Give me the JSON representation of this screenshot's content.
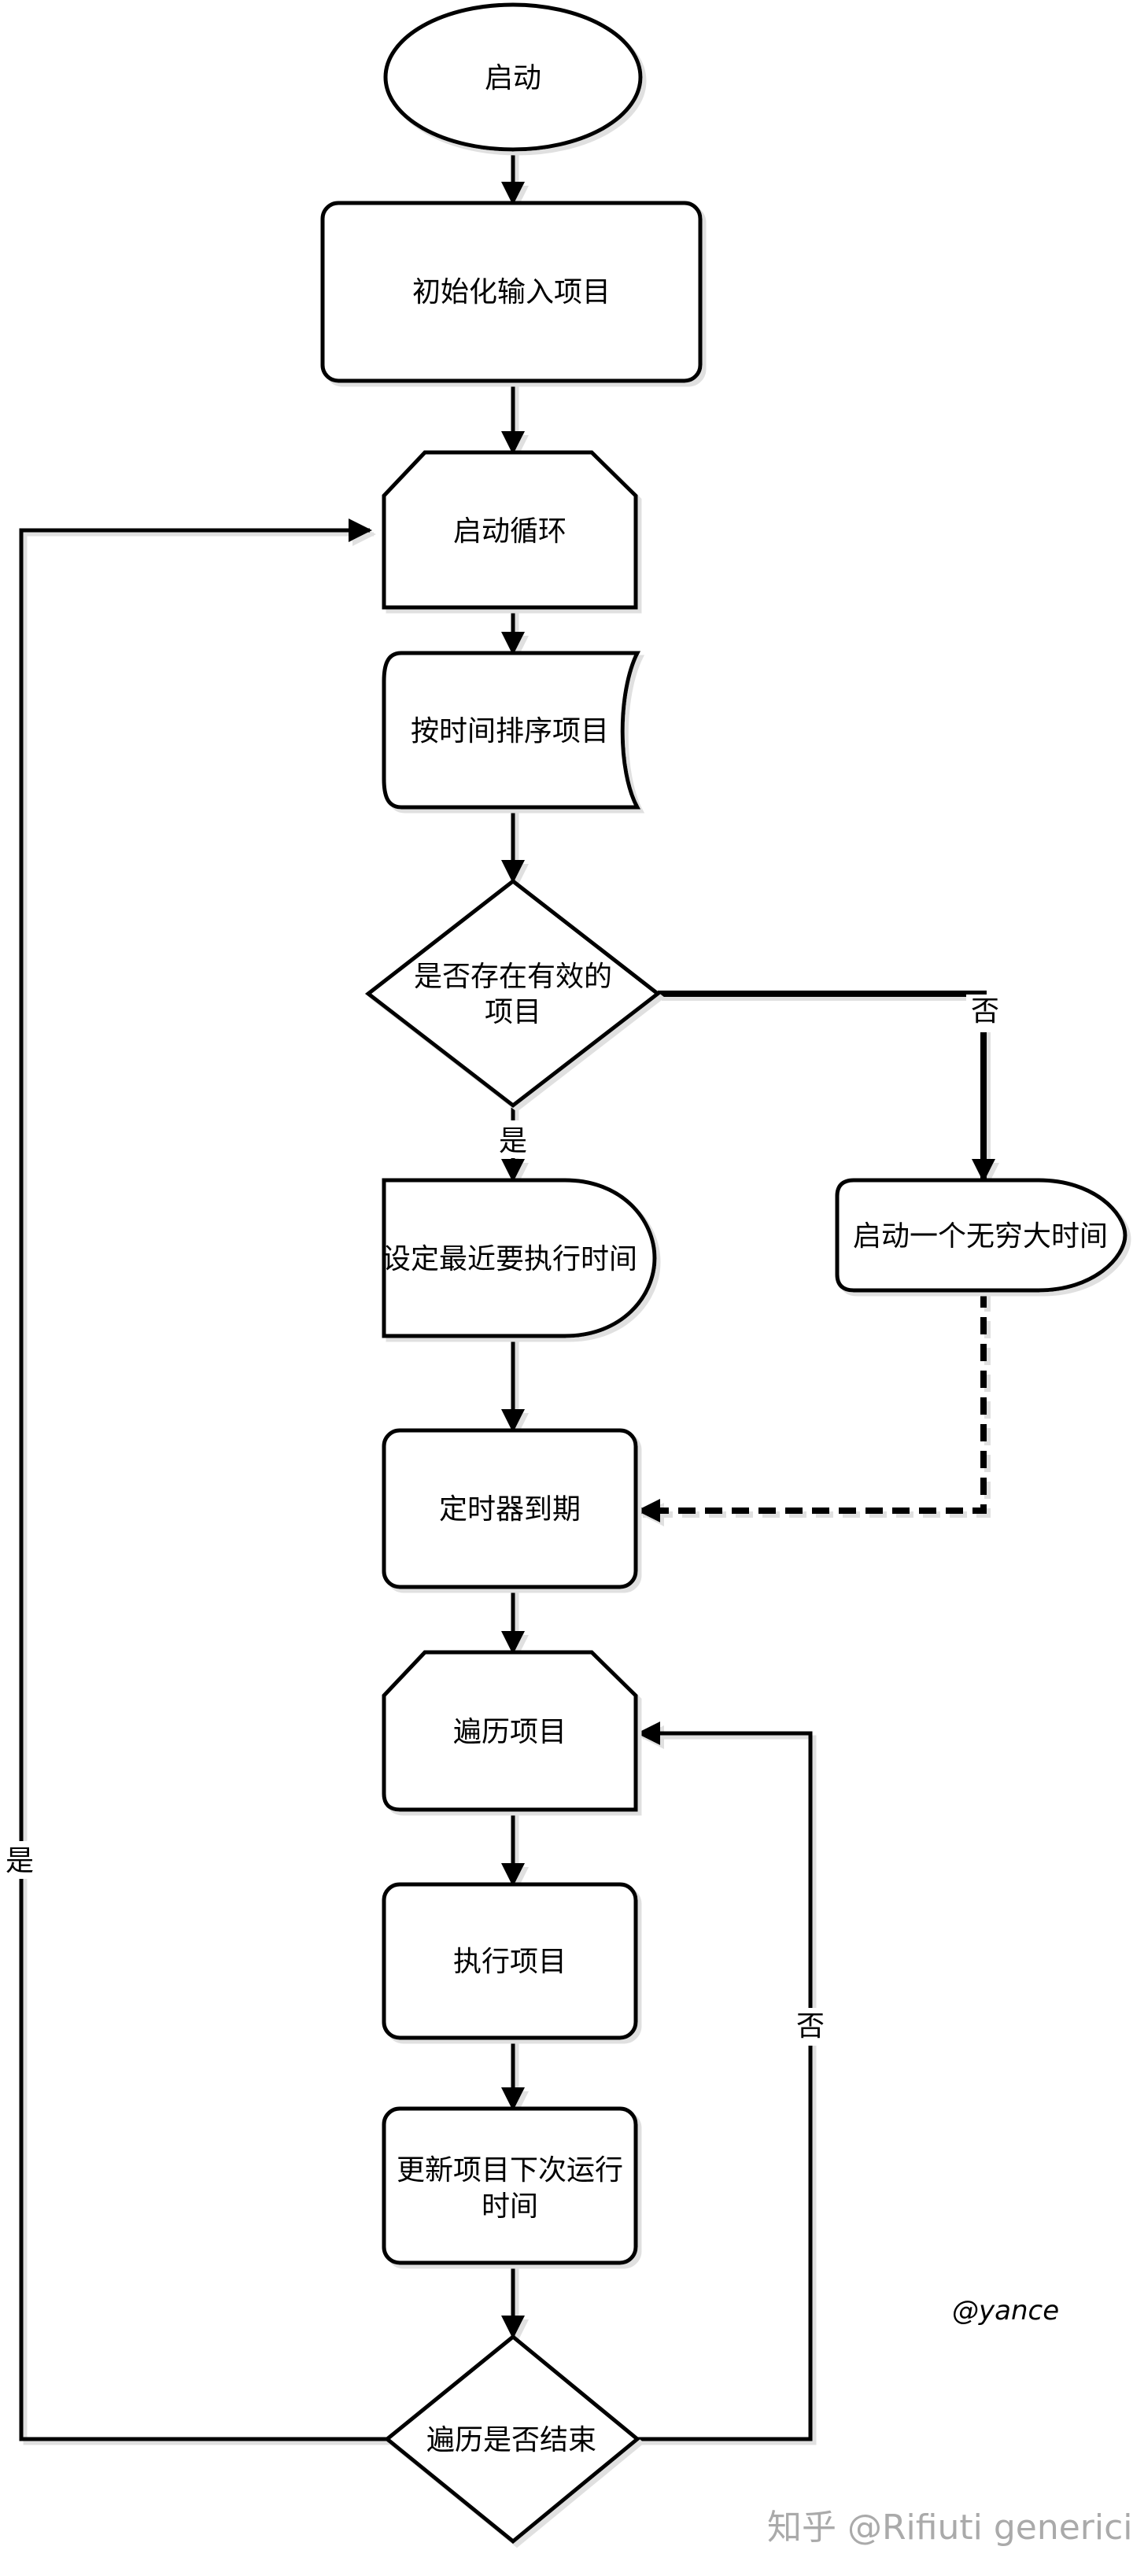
{
  "flowchart": {
    "nodes": {
      "start": "启动",
      "init_input": "初始化输入项目",
      "start_loop": "启动循环",
      "sort_by_time": "按时间排序项目",
      "has_valid_line1": "是否存在有效的",
      "has_valid_line2": "项目",
      "set_nearest_time": "设定最近要执行时间",
      "start_infinite_time": "启动一个无穷大时间",
      "timer_expired": "定时器到期",
      "iterate_items": "遍历项目",
      "execute_item": "执行项目",
      "update_next_line1": "更新项目下次运行",
      "update_next_line2": "时间",
      "iteration_done": "遍历是否结束"
    },
    "edge_labels": {
      "valid_yes": "是",
      "valid_no": "否",
      "done_yes": "是",
      "done_no": "否"
    },
    "credit": "@yance",
    "watermark": "知乎 @Rifiuti generici",
    "colors": {
      "stroke": "#000000",
      "fill": "#ffffff",
      "watermark": "#aaaaaa"
    }
  }
}
